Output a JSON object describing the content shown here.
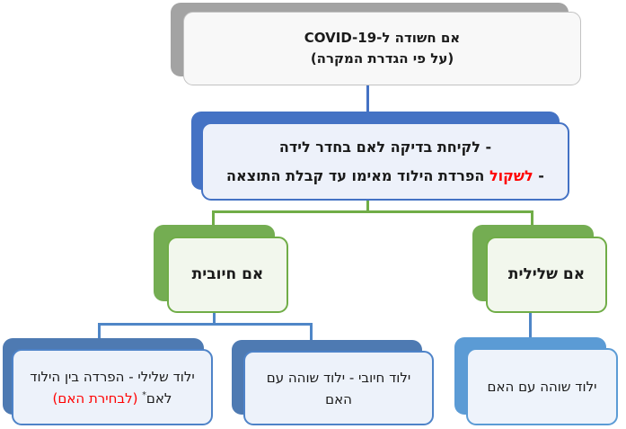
{
  "diagram": {
    "title_semantic": "COVID-19 suspected mother and newborn separation decision flowchart",
    "direction": "rtl"
  },
  "colors": {
    "root_shadow_gray": "#a3a3a3",
    "root_border_gray": "#c2c2c2",
    "root_fill": "#f8f8f8",
    "blue_accent": "#4472c4",
    "blue_fill": "#edf1fa",
    "green_accent": "#70ad47",
    "green_fill": "#f2f7ed",
    "bottom_blue_shadow": "#4e7ab2",
    "bottom_blue_border": "#4e83c8",
    "bottom_blue_fill": "#edf2fa",
    "light_blue_accent": "#5b9bd5",
    "connector_blue": "#4f86c7",
    "alert_red": "#ff0000",
    "text": "#1b1b1b"
  },
  "flow": {
    "root": {
      "line1": "אם חשודה ל-COVID-19",
      "line2": "(על פי הגדרת המקרה)"
    },
    "assessment": {
      "line1": [
        {
          "t": "- לקיחת בדיקה לאם בחדר לידה"
        }
      ],
      "line2": [
        {
          "t": "- "
        },
        {
          "t": "לשקול",
          "red": true
        },
        {
          "t": " הפרדת הילוד מאימו עד קבלת התוצאה"
        }
      ]
    },
    "mother_positive": {
      "label": "אם חיובית"
    },
    "mother_negative": {
      "label": "אם שלילית"
    },
    "newborn_negative": {
      "parts": [
        {
          "t": "ילוד שלילי - הפרדה בין הילוד לאם"
        },
        {
          "t": "*",
          "sup": true
        },
        {
          "t": " "
        },
        {
          "t": "(לבחירת האם)",
          "red": true
        }
      ]
    },
    "newborn_positive": {
      "label": "ילוד חיובי - ילוד שוהה עם האם"
    },
    "newborn_with_mother": {
      "label": "ילוד שוהה עם האם"
    }
  }
}
